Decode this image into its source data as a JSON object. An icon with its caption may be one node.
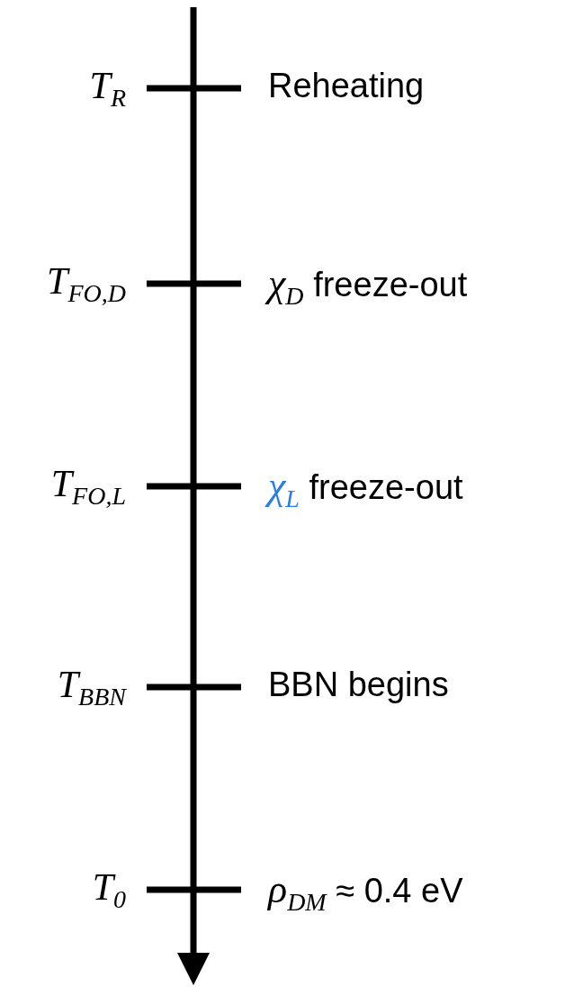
{
  "diagram": {
    "labels": [
      "T$_{R}$",
      "Reheating",
      "T$_{FO,D}$",
      "*χ*$_{D}$ freeze-out",
      "T$_{FO,L}$",
      "*χ*$_{L}$ freeze-out",
      "T$_{BBN}$",
      "BBN begins",
      "T$_{0}$",
      "*ρ*$_{DM}$ ≈ 0.4 eV"
    ]
  }
}
